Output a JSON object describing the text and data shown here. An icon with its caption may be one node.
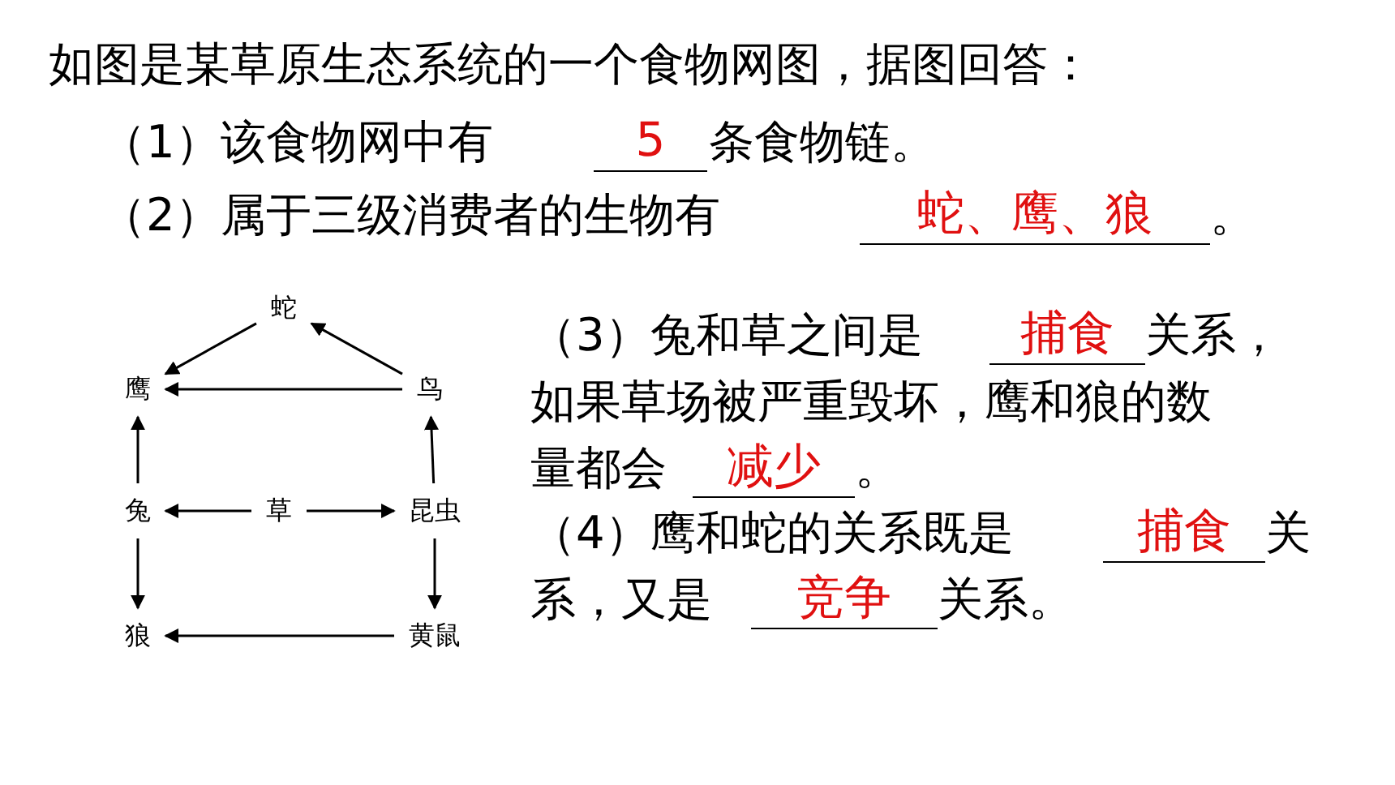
{
  "diagram": {
    "nodes": [
      {
        "text": [
          "蛇"
        ]
      },
      {
        "text": [
          "鹰"
        ]
      },
      {
        "text": [
          "鸟"
        ]
      },
      {
        "text": [
          "兔"
        ]
      },
      {
        "text": [
          "草"
        ]
      },
      {
        "text": [
          "昆虫"
        ]
      },
      {
        "text": [
          "狼"
        ]
      },
      {
        "text": [
          "黄鼠"
        ]
      }
    ],
    "edges": [
      {
        "from": 0,
        "to": 1,
        "arrow": "to"
      },
      {
        "from": 2,
        "to": 0,
        "arrow": "to"
      },
      {
        "from": 2,
        "to": 1,
        "arrow": "to"
      },
      {
        "from": 3,
        "to": 1,
        "arrow": "to"
      },
      {
        "from": 5,
        "to": 2,
        "arrow": "to"
      },
      {
        "from": 4,
        "to": 3,
        "arrow": "to"
      },
      {
        "from": 4,
        "to": 5,
        "arrow": "to"
      },
      {
        "from": 3,
        "to": 6,
        "arrow": "to"
      },
      {
        "from": 5,
        "to": 7,
        "arrow": "to"
      },
      {
        "from": 7,
        "to": 6,
        "arrow": "to"
      }
    ],
    "labels": [
      "如图是某草原生态系统的一个食物网图，据图回答：",
      "（1）该食物网中有",
      "5",
      "条食物链。",
      "（2）属于三级消费者的生物有",
      "蛇、鹰、狼",
      "。",
      "（3）兔和草之间是",
      "捕食",
      "关系，",
      "如果草场被严重毁坏，鹰和狼的数",
      "量都会",
      "减少",
      "。",
      "（4）鹰和蛇的关系既是",
      "捕食",
      "关",
      "系，又是",
      "竞争",
      "关系。"
    ]
  }
}
